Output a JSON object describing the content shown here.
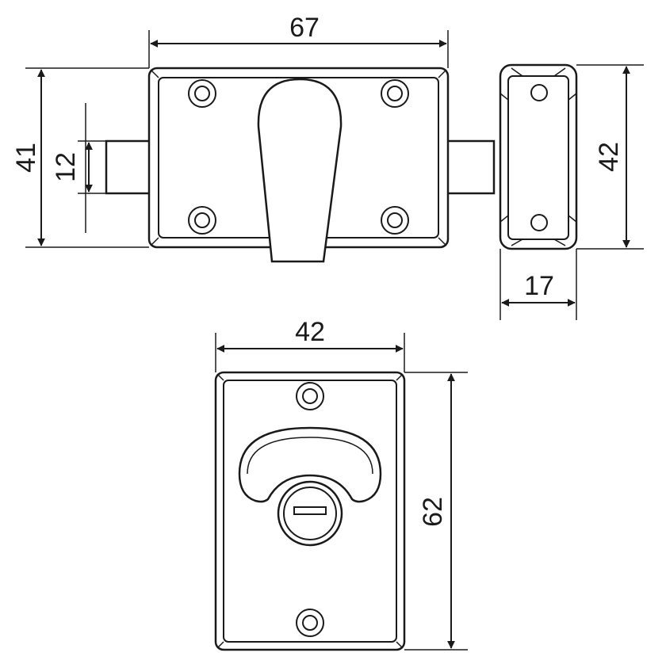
{
  "dimensions": {
    "lock_width": "67",
    "lock_height": "41",
    "bolt_height": "12",
    "side_height": "42",
    "side_depth": "17",
    "indicator_width": "42",
    "indicator_height": "62"
  },
  "colors": {
    "line": "#1a1a1a",
    "background": "#ffffff"
  }
}
